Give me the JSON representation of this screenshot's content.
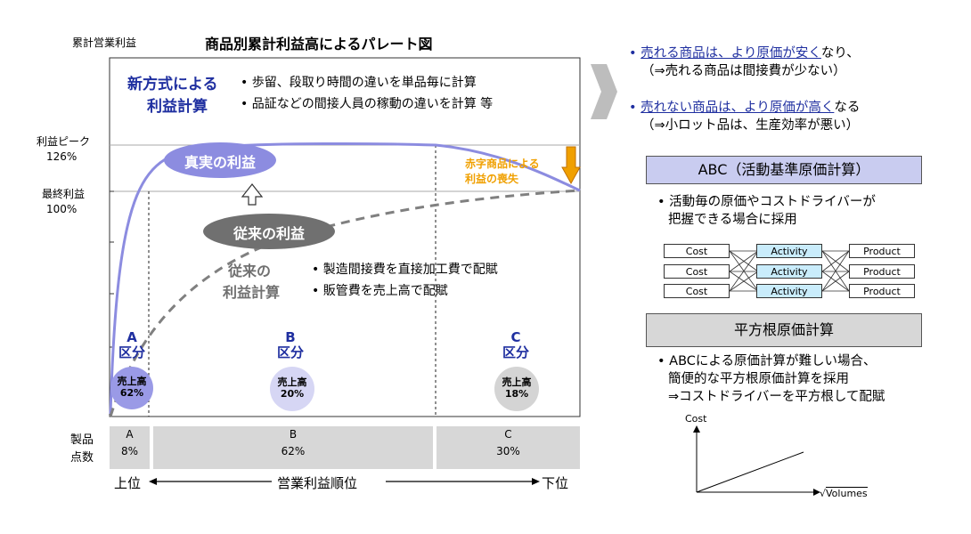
{
  "chart": {
    "y_caption": "累計営業利益",
    "title": "商品別累計利益高によるパレート図",
    "y_labels": {
      "peak": "利益ピーク",
      "peak_pct": "126%",
      "final": "最終利益",
      "final_pct": "100%"
    },
    "new_method": {
      "label1": "新方式による",
      "label2": "利益計算",
      "bullets": [
        "歩留、段取り時間の違いを単品毎に計算",
        "品証などの間接人員の稼動の違いを計算 等"
      ]
    },
    "true_profit": "真実の利益",
    "red_note": [
      "赤字商品による",
      "利益の喪失"
    ],
    "conventional_profit": "従来の利益",
    "conventional_calc": {
      "label1": "従来の",
      "label2": "利益計算",
      "bullets": [
        "製造間接費を直接加工費で配賦",
        "販管費を売上高で配賦"
      ]
    },
    "segments": [
      {
        "name": "A",
        "kubun": "区分",
        "sales_label": "売上高",
        "sales_pct": "62%",
        "count_label": "A",
        "count_pct": "8%"
      },
      {
        "name": "B",
        "kubun": "区分",
        "sales_label": "売上高",
        "sales_pct": "20%",
        "count_label": "B",
        "count_pct": "62%"
      },
      {
        "name": "C",
        "kubun": "区分",
        "sales_label": "売上高",
        "sales_pct": "18%",
        "count_label": "C",
        "count_pct": "30%"
      }
    ],
    "product_count_label": [
      "製品",
      "点数"
    ],
    "rank_axis": {
      "left": "上位",
      "center": "営業利益順位",
      "right": "下位"
    },
    "colors": {
      "true_curve": "#8c8ce0",
      "conventional_curve": "#808080",
      "arrow": "#f0a000"
    }
  },
  "right": {
    "point1": {
      "pre": "売れる商品は、より原価が",
      "hl": "安く",
      "post": "なり、",
      "sub": "（⇒売れる商品は間接費が少ない）"
    },
    "point2": {
      "pre": "売れない商品は、より原価が",
      "hl": "高く",
      "post": "なる",
      "sub": "（⇒小ロット品は、生産効率が悪い）"
    },
    "abc": {
      "title": "ABC（活動基準原価計算）",
      "bullet": [
        "活動毎の原価やコストドライバーが",
        "把握できる場合に採用"
      ],
      "cost": "Cost",
      "activity": "Activity",
      "product": "Product"
    },
    "sqrt": {
      "title": "平方根原価計算",
      "bullet": [
        "ABCによる原価計算が難しい場合、",
        "簡便的な平方根原価計算を採用",
        "⇒コストドライバーを平方根して配賦"
      ],
      "ylabel": "Cost",
      "xlabel": "Volumes",
      "radical": "√"
    }
  }
}
